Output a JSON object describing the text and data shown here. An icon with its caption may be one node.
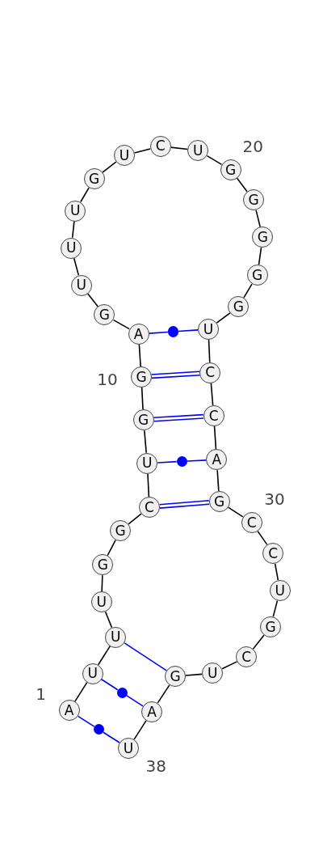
{
  "diagram": {
    "nodes": [
      {
        "text": [
          "A"
        ],
        "beside": [
          "1"
        ]
      },
      {
        "text": [
          "U"
        ]
      },
      {
        "text": [
          "U"
        ]
      },
      {
        "text": [
          "U"
        ]
      },
      {
        "text": [
          "G"
        ]
      },
      {
        "text": [
          "G"
        ]
      },
      {
        "text": [
          "C"
        ]
      },
      {
        "text": [
          "U"
        ]
      },
      {
        "text": [
          "G"
        ]
      },
      {
        "text": [
          "G"
        ],
        "beside": [
          "10"
        ]
      },
      {
        "text": [
          "A"
        ]
      },
      {
        "text": [
          "G"
        ]
      },
      {
        "text": [
          "U"
        ]
      },
      {
        "text": [
          "U"
        ]
      },
      {
        "text": [
          "U"
        ]
      },
      {
        "text": [
          "G"
        ]
      },
      {
        "text": [
          "U"
        ]
      },
      {
        "text": [
          "C"
        ]
      },
      {
        "text": [
          "U"
        ]
      },
      {
        "text": [
          "G"
        ],
        "beside": [
          "20"
        ]
      },
      {
        "text": [
          "G"
        ]
      },
      {
        "text": [
          "G"
        ]
      },
      {
        "text": [
          "G"
        ]
      },
      {
        "text": [
          "G"
        ]
      },
      {
        "text": [
          "U"
        ]
      },
      {
        "text": [
          "C"
        ]
      },
      {
        "text": [
          "C"
        ]
      },
      {
        "text": [
          "A"
        ]
      },
      {
        "text": [
          "G"
        ]
      },
      {
        "text": [
          "C"
        ],
        "beside": [
          "30"
        ]
      },
      {
        "text": [
          "C"
        ]
      },
      {
        "text": [
          "U"
        ]
      },
      {
        "text": [
          "G"
        ]
      },
      {
        "text": [
          "C"
        ]
      },
      {
        "text": [
          "U"
        ]
      },
      {
        "text": [
          "G"
        ]
      },
      {
        "text": [
          "A"
        ]
      },
      {
        "text": [
          "U"
        ],
        "beside": [
          "38"
        ]
      },
      {
        "text": [],
        "shape": "circle"
      },
      {
        "text": [],
        "shape": "circle"
      },
      {
        "text": [],
        "shape": "circle"
      },
      {
        "text": [],
        "shape": "circle"
      }
    ],
    "edges": [
      {
        "from": 0,
        "to": 1,
        "arrow": "none"
      },
      {
        "from": 1,
        "to": 2,
        "arrow": "none"
      },
      {
        "from": 2,
        "to": 3,
        "arrow": "none"
      },
      {
        "from": 3,
        "to": 4,
        "arrow": "none"
      },
      {
        "from": 4,
        "to": 5,
        "arrow": "none"
      },
      {
        "from": 5,
        "to": 6,
        "arrow": "none"
      },
      {
        "from": 6,
        "to": 7,
        "arrow": "none"
      },
      {
        "from": 7,
        "to": 8,
        "arrow": "none"
      },
      {
        "from": 8,
        "to": 9,
        "arrow": "none"
      },
      {
        "from": 9,
        "to": 10,
        "arrow": "none"
      },
      {
        "from": 10,
        "to": 11,
        "arrow": "none"
      },
      {
        "from": 11,
        "to": 12,
        "arrow": "none"
      },
      {
        "from": 12,
        "to": 13,
        "arrow": "none"
      },
      {
        "from": 13,
        "to": 14,
        "arrow": "none"
      },
      {
        "from": 14,
        "to": 15,
        "arrow": "none"
      },
      {
        "from": 15,
        "to": 16,
        "arrow": "none"
      },
      {
        "from": 16,
        "to": 17,
        "arrow": "none"
      },
      {
        "from": 17,
        "to": 18,
        "arrow": "none"
      },
      {
        "from": 18,
        "to": 19,
        "arrow": "none"
      },
      {
        "from": 19,
        "to": 20,
        "arrow": "none"
      },
      {
        "from": 20,
        "to": 21,
        "arrow": "none"
      },
      {
        "from": 21,
        "to": 22,
        "arrow": "none"
      },
      {
        "from": 22,
        "to": 23,
        "arrow": "none"
      },
      {
        "from": 23,
        "to": 24,
        "arrow": "none"
      },
      {
        "from": 24,
        "to": 25,
        "arrow": "none"
      },
      {
        "from": 25,
        "to": 26,
        "arrow": "none"
      },
      {
        "from": 26,
        "to": 27,
        "arrow": "none"
      },
      {
        "from": 27,
        "to": 28,
        "arrow": "none"
      },
      {
        "from": 28,
        "to": 29,
        "arrow": "none"
      },
      {
        "from": 29,
        "to": 30,
        "arrow": "none"
      },
      {
        "from": 30,
        "to": 31,
        "arrow": "none"
      },
      {
        "from": 31,
        "to": 32,
        "arrow": "none"
      },
      {
        "from": 32,
        "to": 33,
        "arrow": "none"
      },
      {
        "from": 33,
        "to": 34,
        "arrow": "none"
      },
      {
        "from": 34,
        "to": 35,
        "arrow": "none"
      },
      {
        "from": 35,
        "to": 36,
        "arrow": "none"
      },
      {
        "from": 36,
        "to": 37,
        "arrow": "none"
      },
      {
        "from": 0,
        "to": 41,
        "arrow": "none",
        "color": "#0000ff"
      },
      {
        "from": 41,
        "to": 37,
        "arrow": "none",
        "color": "#0000ff"
      },
      {
        "from": 1,
        "to": 40,
        "arrow": "none",
        "color": "#0000ff"
      },
      {
        "from": 40,
        "to": 36,
        "arrow": "none",
        "color": "#0000ff"
      },
      {
        "from": 2,
        "to": 35,
        "arrow": "none",
        "color": "#0000ff"
      },
      {
        "from": 6,
        "to": 28,
        "arrow": "none",
        "color": "#0000ff"
      },
      {
        "from": 6,
        "to": 28,
        "arrow": "none",
        "color": "#0000ff"
      },
      {
        "from": 7,
        "to": 39,
        "arrow": "none",
        "color": "#0000ff"
      },
      {
        "from": 39,
        "to": 27,
        "arrow": "none",
        "color": "#0000ff"
      },
      {
        "from": 8,
        "to": 26,
        "arrow": "none",
        "color": "#0000ff"
      },
      {
        "from": 8,
        "to": 26,
        "arrow": "none",
        "color": "#0000ff"
      },
      {
        "from": 9,
        "to": 25,
        "arrow": "none",
        "color": "#0000ff"
      },
      {
        "from": 9,
        "to": 25,
        "arrow": "none",
        "color": "#0000ff"
      },
      {
        "from": 10,
        "to": 38,
        "arrow": "none",
        "color": "#0000ff"
      },
      {
        "from": 38,
        "to": 24,
        "arrow": "none",
        "color": "#0000ff"
      }
    ]
  }
}
